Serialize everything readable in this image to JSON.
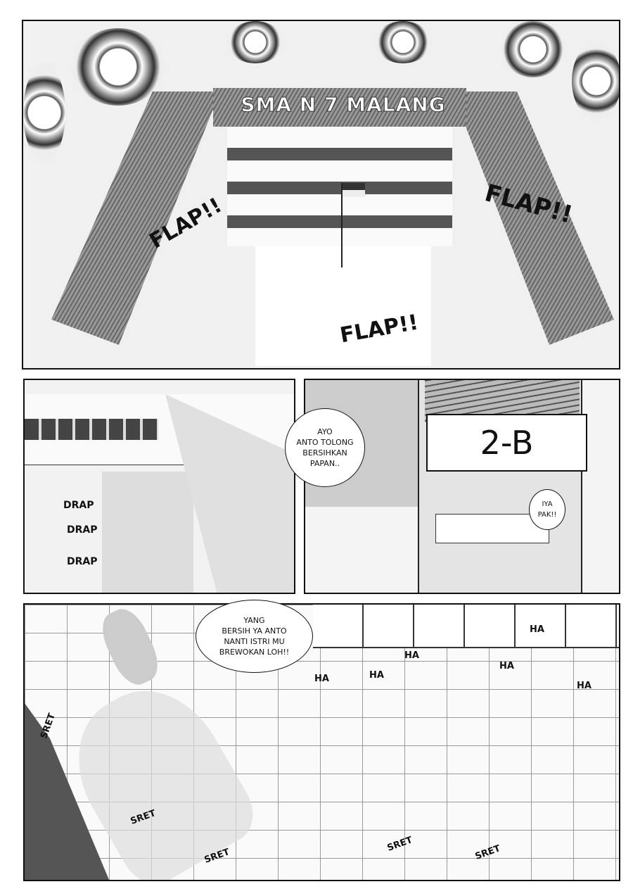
{
  "panel1": {
    "sign": "SMA N 7 MALANG",
    "sfx": [
      "FLAP!!",
      "FLAP!!",
      "FLAP!!"
    ]
  },
  "panel2": {
    "sfx": [
      "DRAP",
      "DRAP",
      "DRAP"
    ]
  },
  "panel3": {
    "teacher_bubble": "AYO\nANTO TOLONG\nBERSIHKAN\nPAPAN..",
    "class_sign": "2-B",
    "student_bubble": "IYA\nPAK!!"
  },
  "panel4": {
    "bubble": "YANG\nBERSIH YA ANTO\nNANTI ISTRI MU\nBREWOKAN LOH!!",
    "laugh_sfx": [
      "HA",
      "HA",
      "HA",
      "HA",
      "HA",
      "HA"
    ],
    "wipe_sfx": [
      "SRET",
      "SRET",
      "SRET",
      "SRET",
      "SRET"
    ]
  }
}
